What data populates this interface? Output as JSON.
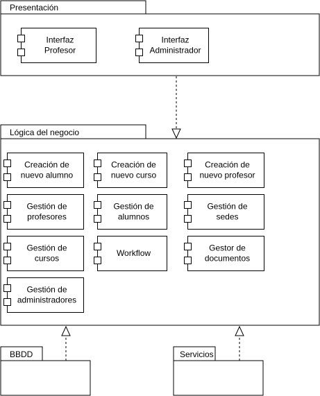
{
  "packages": {
    "presentacion": {
      "label": "Presentación"
    },
    "logica": {
      "label": "Lógica del negocio"
    },
    "bbdd": {
      "label": "BBDD"
    },
    "servicios": {
      "label": "Servicios"
    }
  },
  "components": [
    {
      "id": "interfaz-profesor",
      "lines": [
        "Interfaz",
        "Profesor"
      ]
    },
    {
      "id": "interfaz-administrador",
      "lines": [
        "Interfaz",
        "Administrador"
      ]
    },
    {
      "id": "creacion-nuevo-alumno",
      "lines": [
        "Creación de",
        "nuevo alumno"
      ]
    },
    {
      "id": "creacion-nuevo-curso",
      "lines": [
        "Creación de",
        "nuevo curso"
      ]
    },
    {
      "id": "creacion-nuevo-profesor",
      "lines": [
        "Creación de",
        "nuevo profesor"
      ]
    },
    {
      "id": "gestion-profesores",
      "lines": [
        "Gestión de",
        "profesores"
      ]
    },
    {
      "id": "gestion-alumnos",
      "lines": [
        "Gestión de",
        "alumnos"
      ]
    },
    {
      "id": "gestion-sedes",
      "lines": [
        "Gestión de",
        "sedes"
      ]
    },
    {
      "id": "gestion-cursos",
      "lines": [
        "Gestión de",
        "cursos"
      ]
    },
    {
      "id": "workflow",
      "lines": [
        "Workflow"
      ]
    },
    {
      "id": "gestor-documentos",
      "lines": [
        "Gestor de",
        "documentos"
      ]
    },
    {
      "id": "gestion-administradores",
      "lines": [
        "Gestión de",
        "administradores"
      ]
    }
  ],
  "colors": {
    "stroke": "#000000",
    "fill": "#ffffff"
  }
}
